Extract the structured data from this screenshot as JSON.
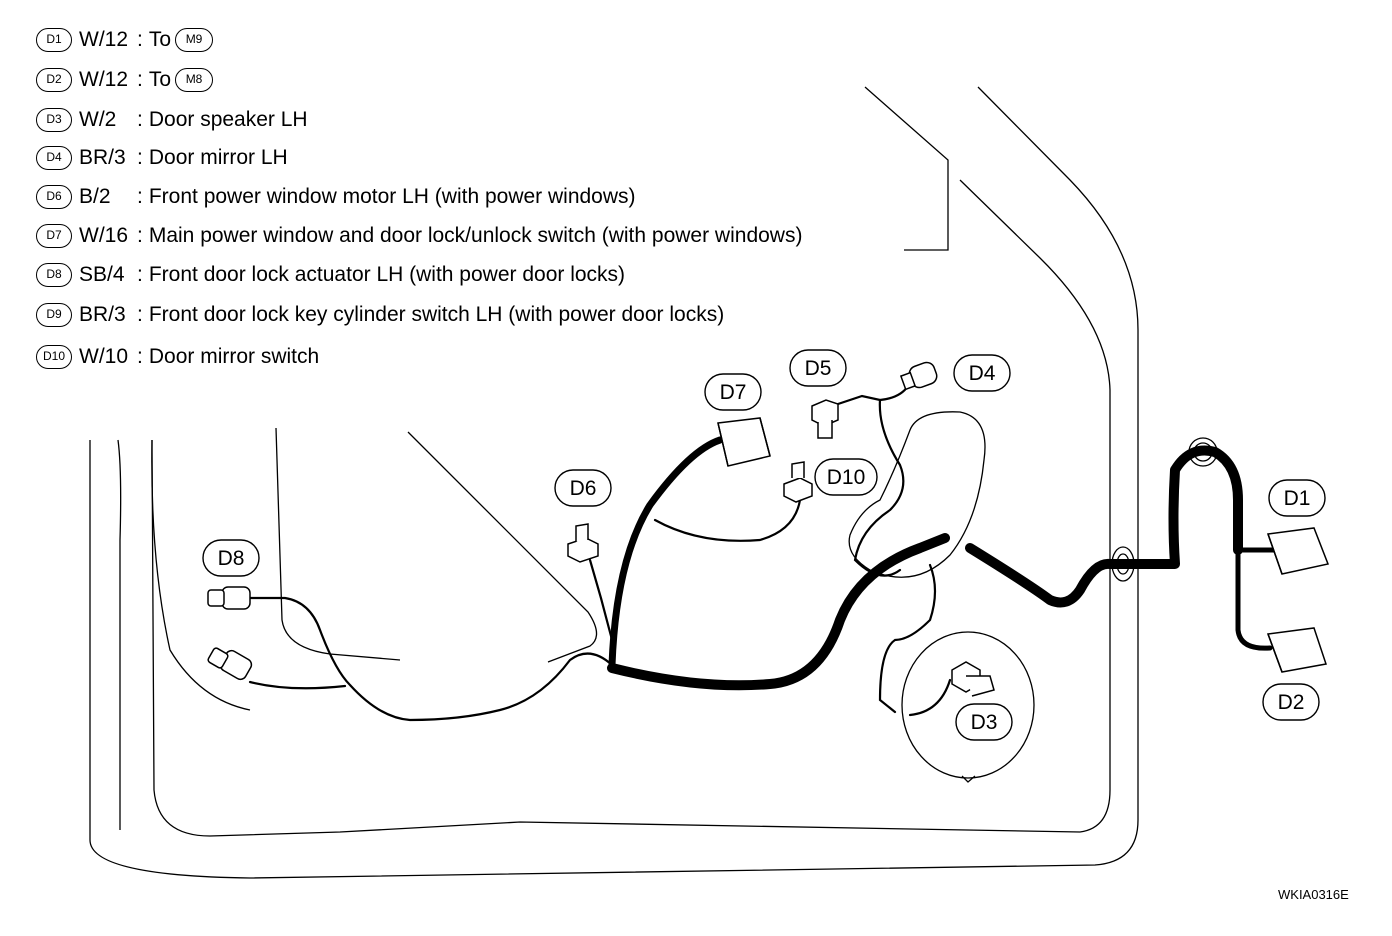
{
  "legend": [
    {
      "code": "D1",
      "wire": "W/12",
      "desc": "To",
      "ref": "M9"
    },
    {
      "code": "D2",
      "wire": "W/12",
      "desc": "To",
      "ref": "M8"
    },
    {
      "code": "D3",
      "wire": "W/2",
      "desc": "Door speaker LH"
    },
    {
      "code": "D4",
      "wire": "BR/3",
      "desc": "Door mirror LH"
    },
    {
      "code": "D6",
      "wire": "B/2",
      "desc": "Front power window motor LH (with power windows)"
    },
    {
      "code": "D7",
      "wire": "W/16",
      "desc": "Main power window and door lock/unlock switch (with power windows)"
    },
    {
      "code": "D8",
      "wire": "SB/4",
      "desc": "Front door lock actuator LH (with power door locks)"
    },
    {
      "code": "D9",
      "wire": "BR/3",
      "desc": "Front door lock key cylinder switch LH (with power door locks)"
    },
    {
      "code": "D10",
      "wire": "W/10",
      "desc": "Door mirror switch"
    }
  ],
  "callouts": {
    "d1": "D1",
    "d2": "D2",
    "d3": "D3",
    "d4": "D4",
    "d5": "D5",
    "d6": "D6",
    "d7": "D7",
    "d8": "D8",
    "d10": "D10"
  },
  "doc_id": "WKIA0316E"
}
